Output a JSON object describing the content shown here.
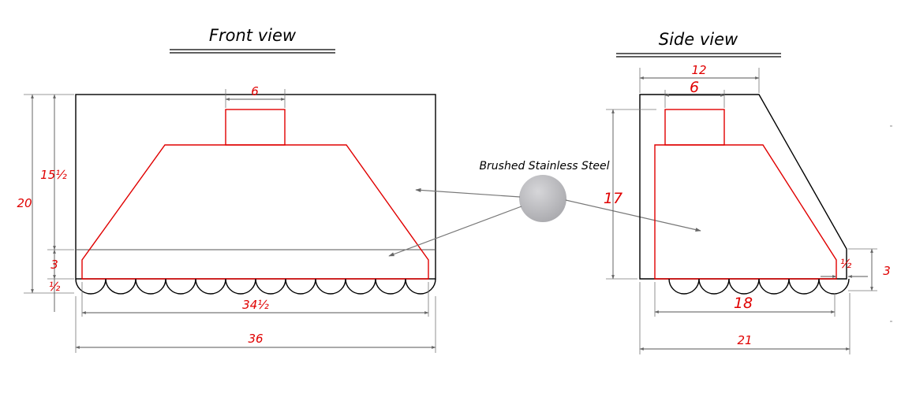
{
  "titles": {
    "front": "Front view",
    "side": "Side view"
  },
  "material": {
    "label": "Brushed Stainless Steel",
    "swatch_color": "#b8b8bb"
  },
  "colors": {
    "outline": "#000000",
    "hood_outline": "#e00000",
    "dimension_text": "#e00000",
    "leader": "#777777"
  },
  "front_dimensions": {
    "chimney_width": "6",
    "height_total": "20",
    "height_upper": "15½",
    "height_lower_band": "3",
    "height_bottom": "½",
    "inner_width": "34½",
    "total_width": "36"
  },
  "side_dimensions": {
    "top_depth": "12",
    "chimney_depth": "6",
    "height": "17",
    "lip": "½",
    "front_edge_height": "3",
    "inner_depth": "18",
    "total_depth": "21"
  }
}
